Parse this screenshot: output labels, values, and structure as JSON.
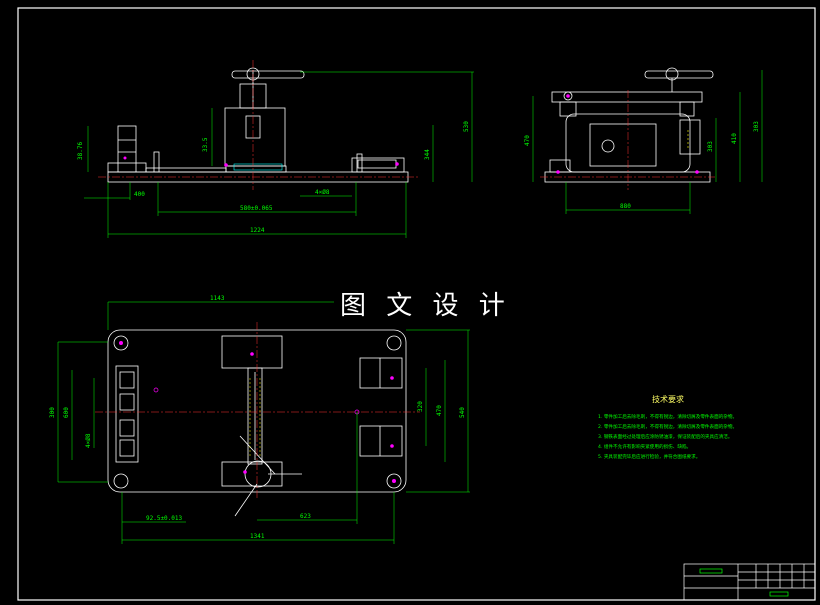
{
  "watermark": "图 文 设 计",
  "colors": {
    "background": "#000000",
    "outline": "#ffffff",
    "dimension": "#00ff00",
    "centerline": "#ff3030",
    "hidden": "#ffff00",
    "accent": "#ff00ff",
    "cyan": "#00ffff"
  },
  "front_view": {
    "dims": [
      "38.76",
      "33.5",
      "344",
      "530",
      "580±0.065",
      "1224",
      "400",
      "4×Ø8"
    ]
  },
  "side_view": {
    "dims": [
      "470",
      "303",
      "410",
      "880"
    ]
  },
  "top_view": {
    "dims": [
      "1143",
      "300",
      "600",
      "320",
      "470",
      "540",
      "1341",
      "92.5±0.013",
      "623",
      "4×Ø8"
    ]
  },
  "technical_requirements": {
    "title": "技术要求",
    "items": [
      "1. 零件加工后去除毛刺，不得有锐边，清除切屑及零件表面的杂物。",
      "2. 零件加工后去除毛刺，不得有锐边，清除切屑及零件表面的杂物。",
      "3. 钢铁表面经过处理后应涂防锈油漆，保证装配后的夹具应清洁。",
      "4. 组件不允许有影响夹紧使用的损伤、缺陷。",
      "5. 夹具装配完毕后应进行检验，并符合图纸要求。"
    ]
  }
}
